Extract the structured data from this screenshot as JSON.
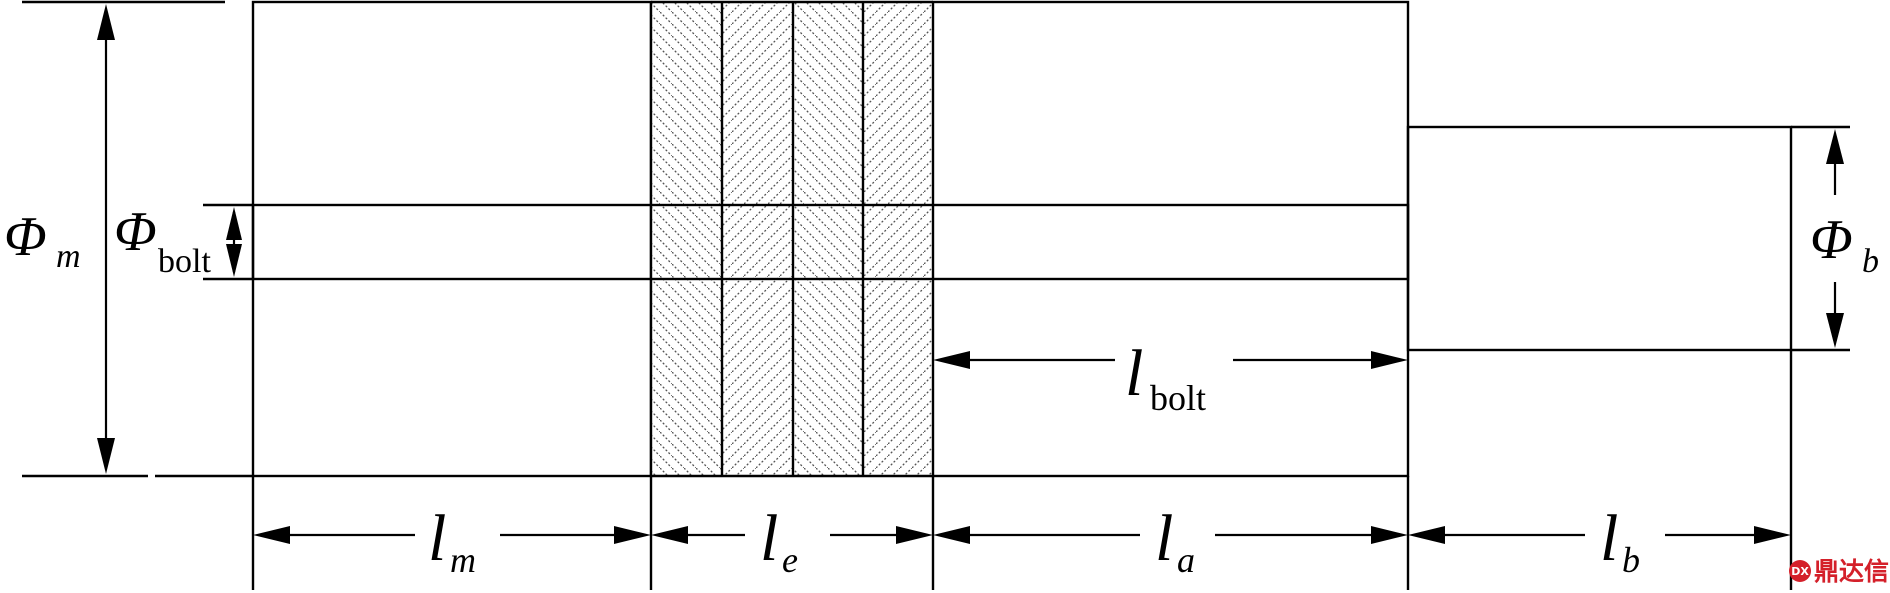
{
  "labels": {
    "phi_main": "Φ",
    "phi_main_sub": "m",
    "phi_bolt": "Φ",
    "phi_bolt_sub": "bolt",
    "phi_b": "Φ",
    "phi_b_sub": "b",
    "l_bolt": "l",
    "l_bolt_sub": "bolt",
    "l_m": "l",
    "l_m_sub": "m",
    "l_e": "l",
    "l_e_sub": "e",
    "l_a": "l",
    "l_a_sub": "a",
    "l_b": "l",
    "l_b_sub": "b"
  },
  "watermark": {
    "text": "鼎达信",
    "badge": "DX"
  },
  "colors": {
    "mass_block": "#808080",
    "tail_block": "#bdbdbd",
    "bolt": "#f2f2f2",
    "hatch_bg": "#ffffff",
    "watermark": "#d4202a"
  }
}
